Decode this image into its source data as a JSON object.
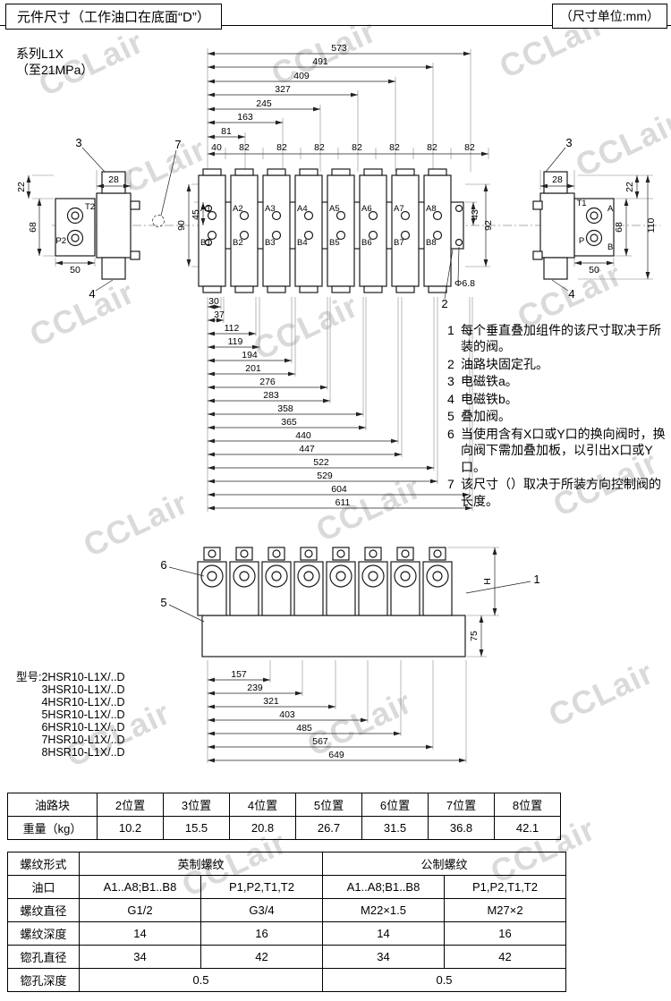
{
  "header": {
    "title": "元件尺寸（工作油口在底面“D”）",
    "unit": "（尺寸单位:mm）"
  },
  "series": {
    "line1": "系列L1X",
    "line2": "（至21MPa）"
  },
  "watermark": "CCLair",
  "top_view": {
    "stacked_dims": [
      "573",
      "491",
      "409",
      "327",
      "245",
      "163",
      "81"
    ],
    "pitch_dims": [
      "40",
      "82",
      "82",
      "82",
      "82",
      "82",
      "82",
      "82"
    ],
    "ports_a": [
      "A1",
      "A2",
      "A3",
      "A4",
      "A5",
      "A6",
      "A7",
      "A8"
    ],
    "ports_b": [
      "B1",
      "B2",
      "B3",
      "B4",
      "B5",
      "B6",
      "B7",
      "B8"
    ],
    "chain_dims": [
      "30",
      "37",
      "112",
      "119",
      "194",
      "201",
      "276",
      "283",
      "358",
      "365",
      "440",
      "447",
      "522",
      "529",
      "604",
      "611"
    ],
    "left_view": {
      "d22": "22",
      "d28": "28",
      "d68": "68",
      "d50": "50",
      "t2": "T2",
      "p2": "P2"
    },
    "right_view": {
      "d22": "22",
      "d28": "28",
      "d68": "68",
      "d110": "110",
      "d50": "50",
      "t1": "T1",
      "a": "A",
      "b": "B",
      "p": "P"
    },
    "center": {
      "d45": "45",
      "d90": "90",
      "d43": "43",
      "d92": "92",
      "hole": "Φ6.8"
    },
    "callouts": {
      "c2": "2",
      "c3": "3",
      "c4": "4",
      "c7": "7"
    }
  },
  "notes": [
    {
      "num": "1",
      "text": "每个垂直叠加组件的该尺寸取决于所装的阀。"
    },
    {
      "num": "2",
      "text": "油路块固定孔。"
    },
    {
      "num": "3",
      "text": "电磁铁a。"
    },
    {
      "num": "4",
      "text": "电磁铁b。"
    },
    {
      "num": "5",
      "text": "叠加阀。"
    },
    {
      "num": "6",
      "text": "当使用含有X口或Y口的换向阀时，换向阀下需加叠加板，以引出X口或Y口。"
    },
    {
      "num": "7",
      "text": "该尺寸（）取决于所装方向控制阀的长度。"
    }
  ],
  "front_view": {
    "bottom_dims": [
      "157",
      "239",
      "321",
      "403",
      "485",
      "567",
      "649"
    ],
    "dim_h": "H",
    "d75": "75",
    "callouts": {
      "c1": "1",
      "c5": "5",
      "c6": "6"
    }
  },
  "models": {
    "prefix": "型号:",
    "items": [
      "2HSR10-L1X/..D",
      "3HSR10-L1X/..D",
      "4HSR10-L1X/..D",
      "5HSR10-L1X/..D",
      "6HSR10-L1X/..D",
      "7HSR10-L1X/..D",
      "8HSR10-L1X/..D"
    ]
  },
  "weight_table": {
    "headers": [
      "油路块",
      "2位置",
      "3位置",
      "4位置",
      "5位置",
      "6位置",
      "7位置",
      "8位置"
    ],
    "row_label": "重量（kg）",
    "values": [
      "10.2",
      "15.5",
      "20.8",
      "26.7",
      "31.5",
      "36.8",
      "42.1"
    ]
  },
  "thread_table": {
    "r1c0": "螺纹形式",
    "r1c1": "英制螺纹",
    "r1c2": "公制螺纹",
    "r2c0": "油口",
    "r2c1": "A1..A8;B1..B8",
    "r2c2": "P1,P2,T1,T2",
    "r2c3": "A1..A8;B1..B8",
    "r2c4": "P1,P2,T1,T2",
    "r3c0": "螺纹直径",
    "r3c1": "G1/2",
    "r3c2": "G3/4",
    "r3c3": "M22×1.5",
    "r3c4": "M27×2",
    "r4c0": "螺纹深度",
    "r4c1": "14",
    "r4c2": "16",
    "r4c3": "14",
    "r4c4": "16",
    "r5c0": "锪孔直径",
    "r5c1": "34",
    "r5c2": "42",
    "r5c3": "34",
    "r5c4": "42",
    "r6c0": "锪孔深度",
    "r6c1": "0.5",
    "r6c2": "0.5"
  }
}
